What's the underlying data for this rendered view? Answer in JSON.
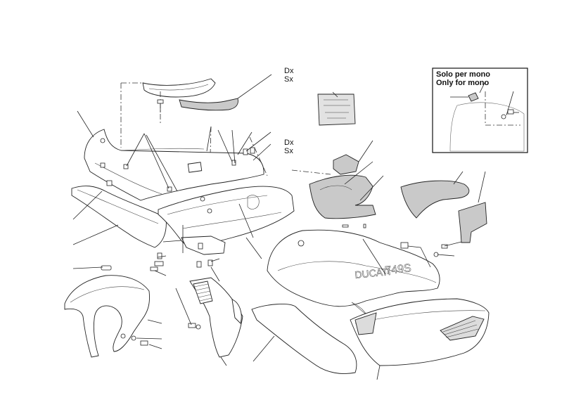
{
  "labels": {
    "side_top": [
      "Dx",
      "Sx"
    ],
    "side_mid": [
      "Dx",
      "Sx"
    ]
  },
  "inset": {
    "title_it": "Solo per mono",
    "title_en": "Only for mono"
  },
  "fairing": {
    "logo_text": "DUCATI",
    "model_text": "749S"
  },
  "colors": {
    "line": "#222222",
    "grey_part": "#c9c9c9",
    "background": "#ffffff"
  }
}
